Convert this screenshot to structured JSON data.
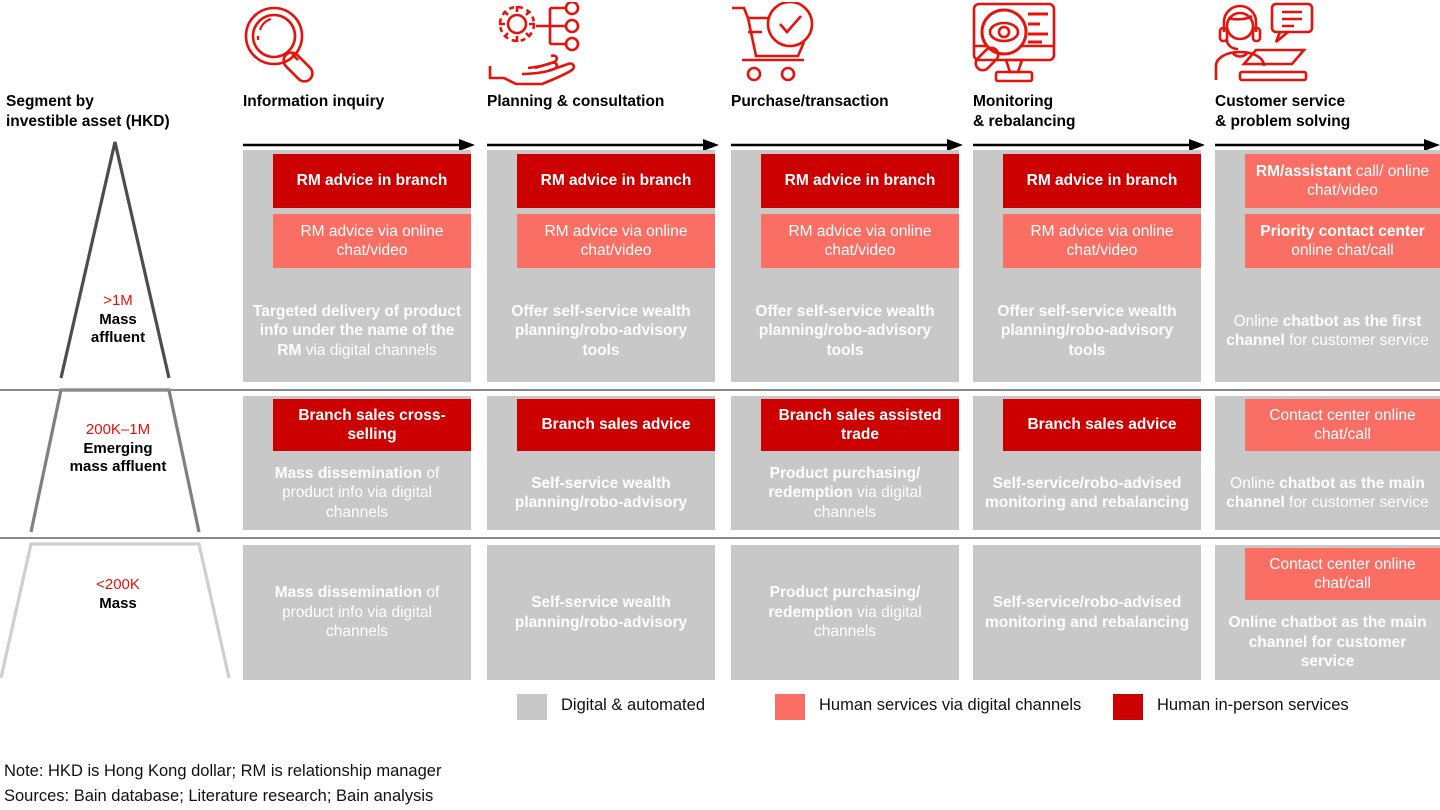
{
  "segment_axis": {
    "title": "Segment by\ninvestible asset (HKD)",
    "title_line1": "Segment by",
    "title_line2": "investible asset (HKD)",
    "tiers": [
      {
        "amount": ">1M",
        "label_line1": "Mass",
        "label_line2": "affluent"
      },
      {
        "amount": "200K–1M",
        "label_line1": "Emerging",
        "label_line2": "mass affluent"
      },
      {
        "amount": "<200K",
        "label_line1": "Mass",
        "label_line2": ""
      }
    ]
  },
  "columns": [
    {
      "icon": "magnifier-icon",
      "title_line1": "Information inquiry",
      "title_line2": ""
    },
    {
      "icon": "gear-hand-icon",
      "title_line1": "Planning & consultation",
      "title_line2": ""
    },
    {
      "icon": "cart-check-icon",
      "title_line1": "Purchase/transaction",
      "title_line2": ""
    },
    {
      "icon": "monitor-eye-icon",
      "title_line1": "Monitoring",
      "title_line2": "& rebalancing"
    },
    {
      "icon": "headset-agent-icon",
      "title_line1": "Customer service",
      "title_line2": "& problem solving"
    }
  ],
  "matrix": [
    {
      "tier": "mass-affluent",
      "cells": [
        {
          "chips": [
            {
              "type": "dark",
              "bold": "RM advice in branch",
              "rest": ""
            },
            {
              "type": "salmon",
              "bold": "",
              "rest": "RM advice via online chat/video"
            }
          ],
          "body_bold": "Targeted delivery of product info under the name of the RM",
          "body_rest": " via digital channels"
        },
        {
          "chips": [
            {
              "type": "dark",
              "bold": "RM advice in branch",
              "rest": ""
            },
            {
              "type": "salmon",
              "bold": "",
              "rest": "RM advice via online chat/video"
            }
          ],
          "body_bold": "Offer self-service wealth planning/robo-advisory tools",
          "body_rest": ""
        },
        {
          "chips": [
            {
              "type": "dark",
              "bold": "RM advice in branch",
              "rest": ""
            },
            {
              "type": "salmon",
              "bold": "",
              "rest": "RM advice via online chat/video"
            }
          ],
          "body_bold": "Offer self-service wealth planning/robo-advisory tools",
          "body_rest": ""
        },
        {
          "chips": [
            {
              "type": "dark",
              "bold": "RM advice in branch",
              "rest": ""
            },
            {
              "type": "salmon",
              "bold": "",
              "rest": "RM advice via online chat/video"
            }
          ],
          "body_bold": "Offer self-service wealth planning/robo-advisory tools",
          "body_rest": ""
        },
        {
          "chips": [
            {
              "type": "salmon",
              "bold": "RM/assistant",
              "rest": " call/ online chat/video"
            },
            {
              "type": "salmon",
              "bold": "Priority contact center",
              "rest": " online chat/call"
            }
          ],
          "body_bold_mid": "chatbot as the first channel",
          "body_pre": "Online ",
          "body_post": " for customer service"
        }
      ]
    },
    {
      "tier": "emerging-mass-affluent",
      "cells": [
        {
          "chips": [
            {
              "type": "dark",
              "bold": "Branch sales cross-selling",
              "rest": ""
            }
          ],
          "body_bold": "Mass dissemination",
          "body_rest": " of product info via digital channels"
        },
        {
          "chips": [
            {
              "type": "dark",
              "bold": "Branch sales advice",
              "rest": ""
            }
          ],
          "body_bold": "Self-service wealth planning/robo-advisory",
          "body_rest": ""
        },
        {
          "chips": [
            {
              "type": "dark",
              "bold": "Branch sales assisted trade",
              "rest": ""
            }
          ],
          "body_bold": "Product purchasing/ redemption",
          "body_rest": " via digital channels"
        },
        {
          "chips": [
            {
              "type": "dark",
              "bold": "Branch sales advice",
              "rest": ""
            }
          ],
          "body_bold": "Self-service/robo-advised monitoring and rebalancing",
          "body_rest": ""
        },
        {
          "chips": [
            {
              "type": "salmon",
              "bold": "Contact center online chat/call",
              "rest": ""
            }
          ],
          "body_pre": "Online ",
          "body_bold_mid": "chatbot as the main channel",
          "body_post": " for customer service"
        }
      ]
    },
    {
      "tier": "mass",
      "cells": [
        {
          "chips": [],
          "body_bold": "Mass dissemination",
          "body_rest": " of product info via digital channels"
        },
        {
          "chips": [],
          "body_bold": "Self-service wealth planning/robo-advisory",
          "body_rest": ""
        },
        {
          "chips": [],
          "body_bold": "Product purchasing/ redemption",
          "body_rest": " via digital channels"
        },
        {
          "chips": [],
          "body_bold": "Self-service/robo-advised monitoring and rebalancing",
          "body_rest": ""
        },
        {
          "chips": [
            {
              "type": "salmon",
              "bold": "Contact center online chat/call",
              "rest": ""
            }
          ],
          "body_bold": "Online chatbot as the main channel for customer service",
          "body_rest": ""
        }
      ]
    }
  ],
  "legend": {
    "items": [
      {
        "color": "#c8c8c8",
        "label": "Digital & automated"
      },
      {
        "color": "#fa6e64",
        "label": "Human services via digital channels"
      },
      {
        "color": "#cc0000",
        "label": "Human in-person services"
      }
    ]
  },
  "footnotes": {
    "note": "Note: HKD is Hong Kong dollar; RM is relationship manager",
    "sources": "Sources: Bain database; Literature research; Bain analysis"
  },
  "colors": {
    "digital_gray": "#c8c8c8",
    "human_digital_salmon": "#fa6e64",
    "human_in_person_red": "#cc0000",
    "accent_red": "#e8120c",
    "divider_gray": "#8a8a8a"
  }
}
